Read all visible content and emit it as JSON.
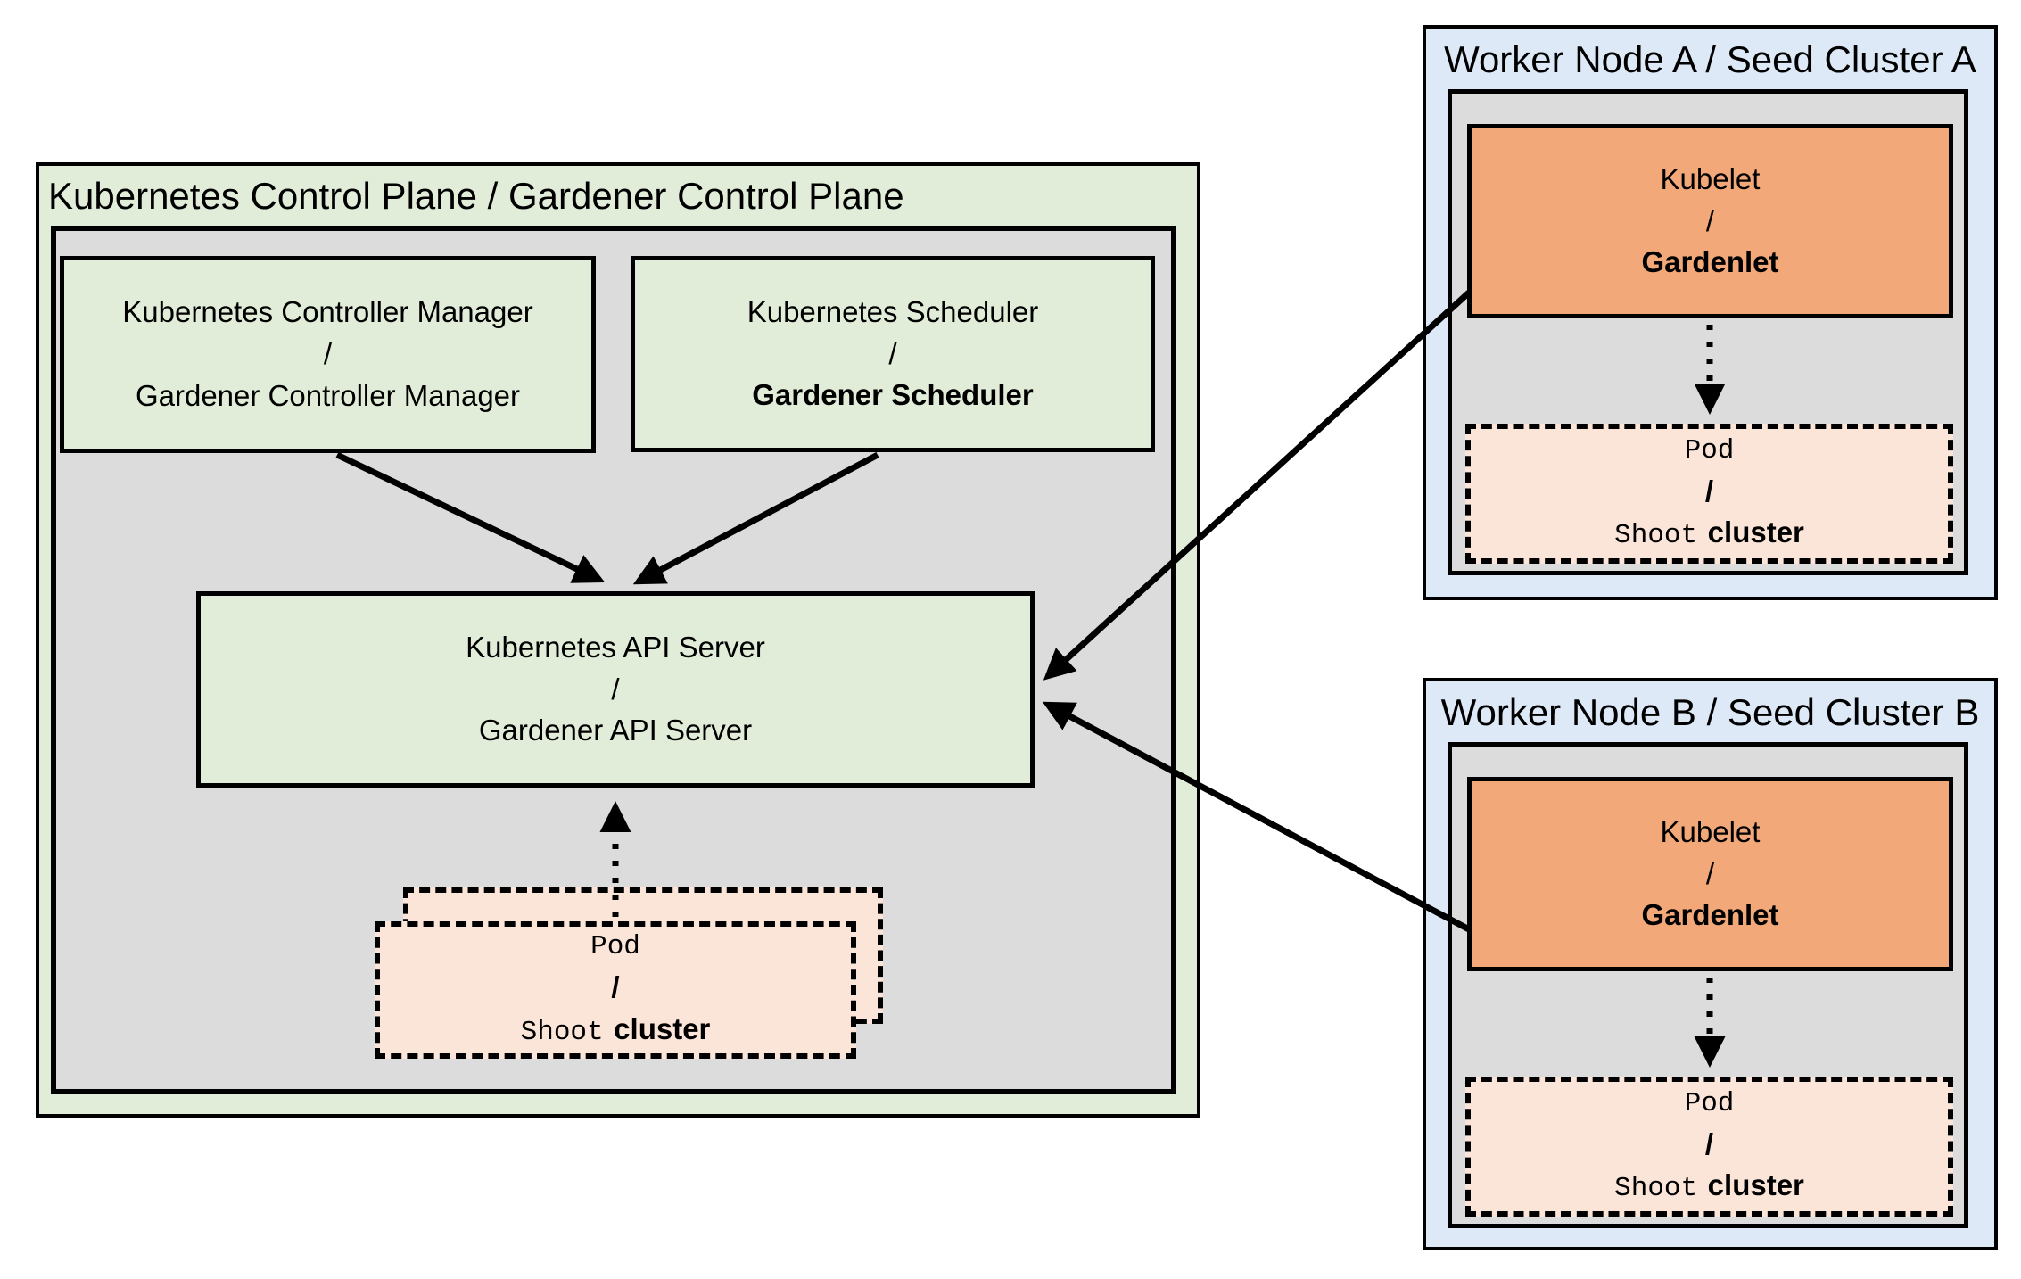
{
  "colors": {
    "green": "#e1edd9",
    "panel_gray": "#dcdcdc",
    "blue": "#dee9f7",
    "orange": "#f2a878",
    "peach": "#fbe5d8",
    "border": "#000000",
    "background": "#ffffff"
  },
  "control_plane": {
    "title": "Kubernetes Control Plane / Gardener Control Plane",
    "controller_manager": {
      "line1": "Kubernetes Controller Manager",
      "slash": "/",
      "line2": "Gardener Controller Manager"
    },
    "scheduler": {
      "line1": "Kubernetes Scheduler",
      "slash": "/",
      "line2": "Gardener Scheduler"
    },
    "api_server": {
      "line1": "Kubernetes API Server",
      "slash": "/",
      "line2": "Gardener API Server"
    },
    "pod_stack": {
      "line1": "Pod",
      "slash": "/",
      "shoot": "Shoot",
      "cluster": "cluster"
    }
  },
  "worker_node_a": {
    "title": "Worker Node A / Seed Cluster A",
    "kubelet": {
      "line1": "Kubelet",
      "slash": "/",
      "line2": "Gardenlet"
    },
    "pod": {
      "line1": "Pod",
      "slash": "/",
      "shoot": "Shoot",
      "cluster": "cluster"
    }
  },
  "worker_node_b": {
    "title": "Worker Node B / Seed Cluster B",
    "kubelet": {
      "line1": "Kubelet",
      "slash": "/",
      "line2": "Gardenlet"
    },
    "pod": {
      "line1": "Pod",
      "slash": "/",
      "shoot": "Shoot",
      "cluster": "cluster"
    }
  }
}
